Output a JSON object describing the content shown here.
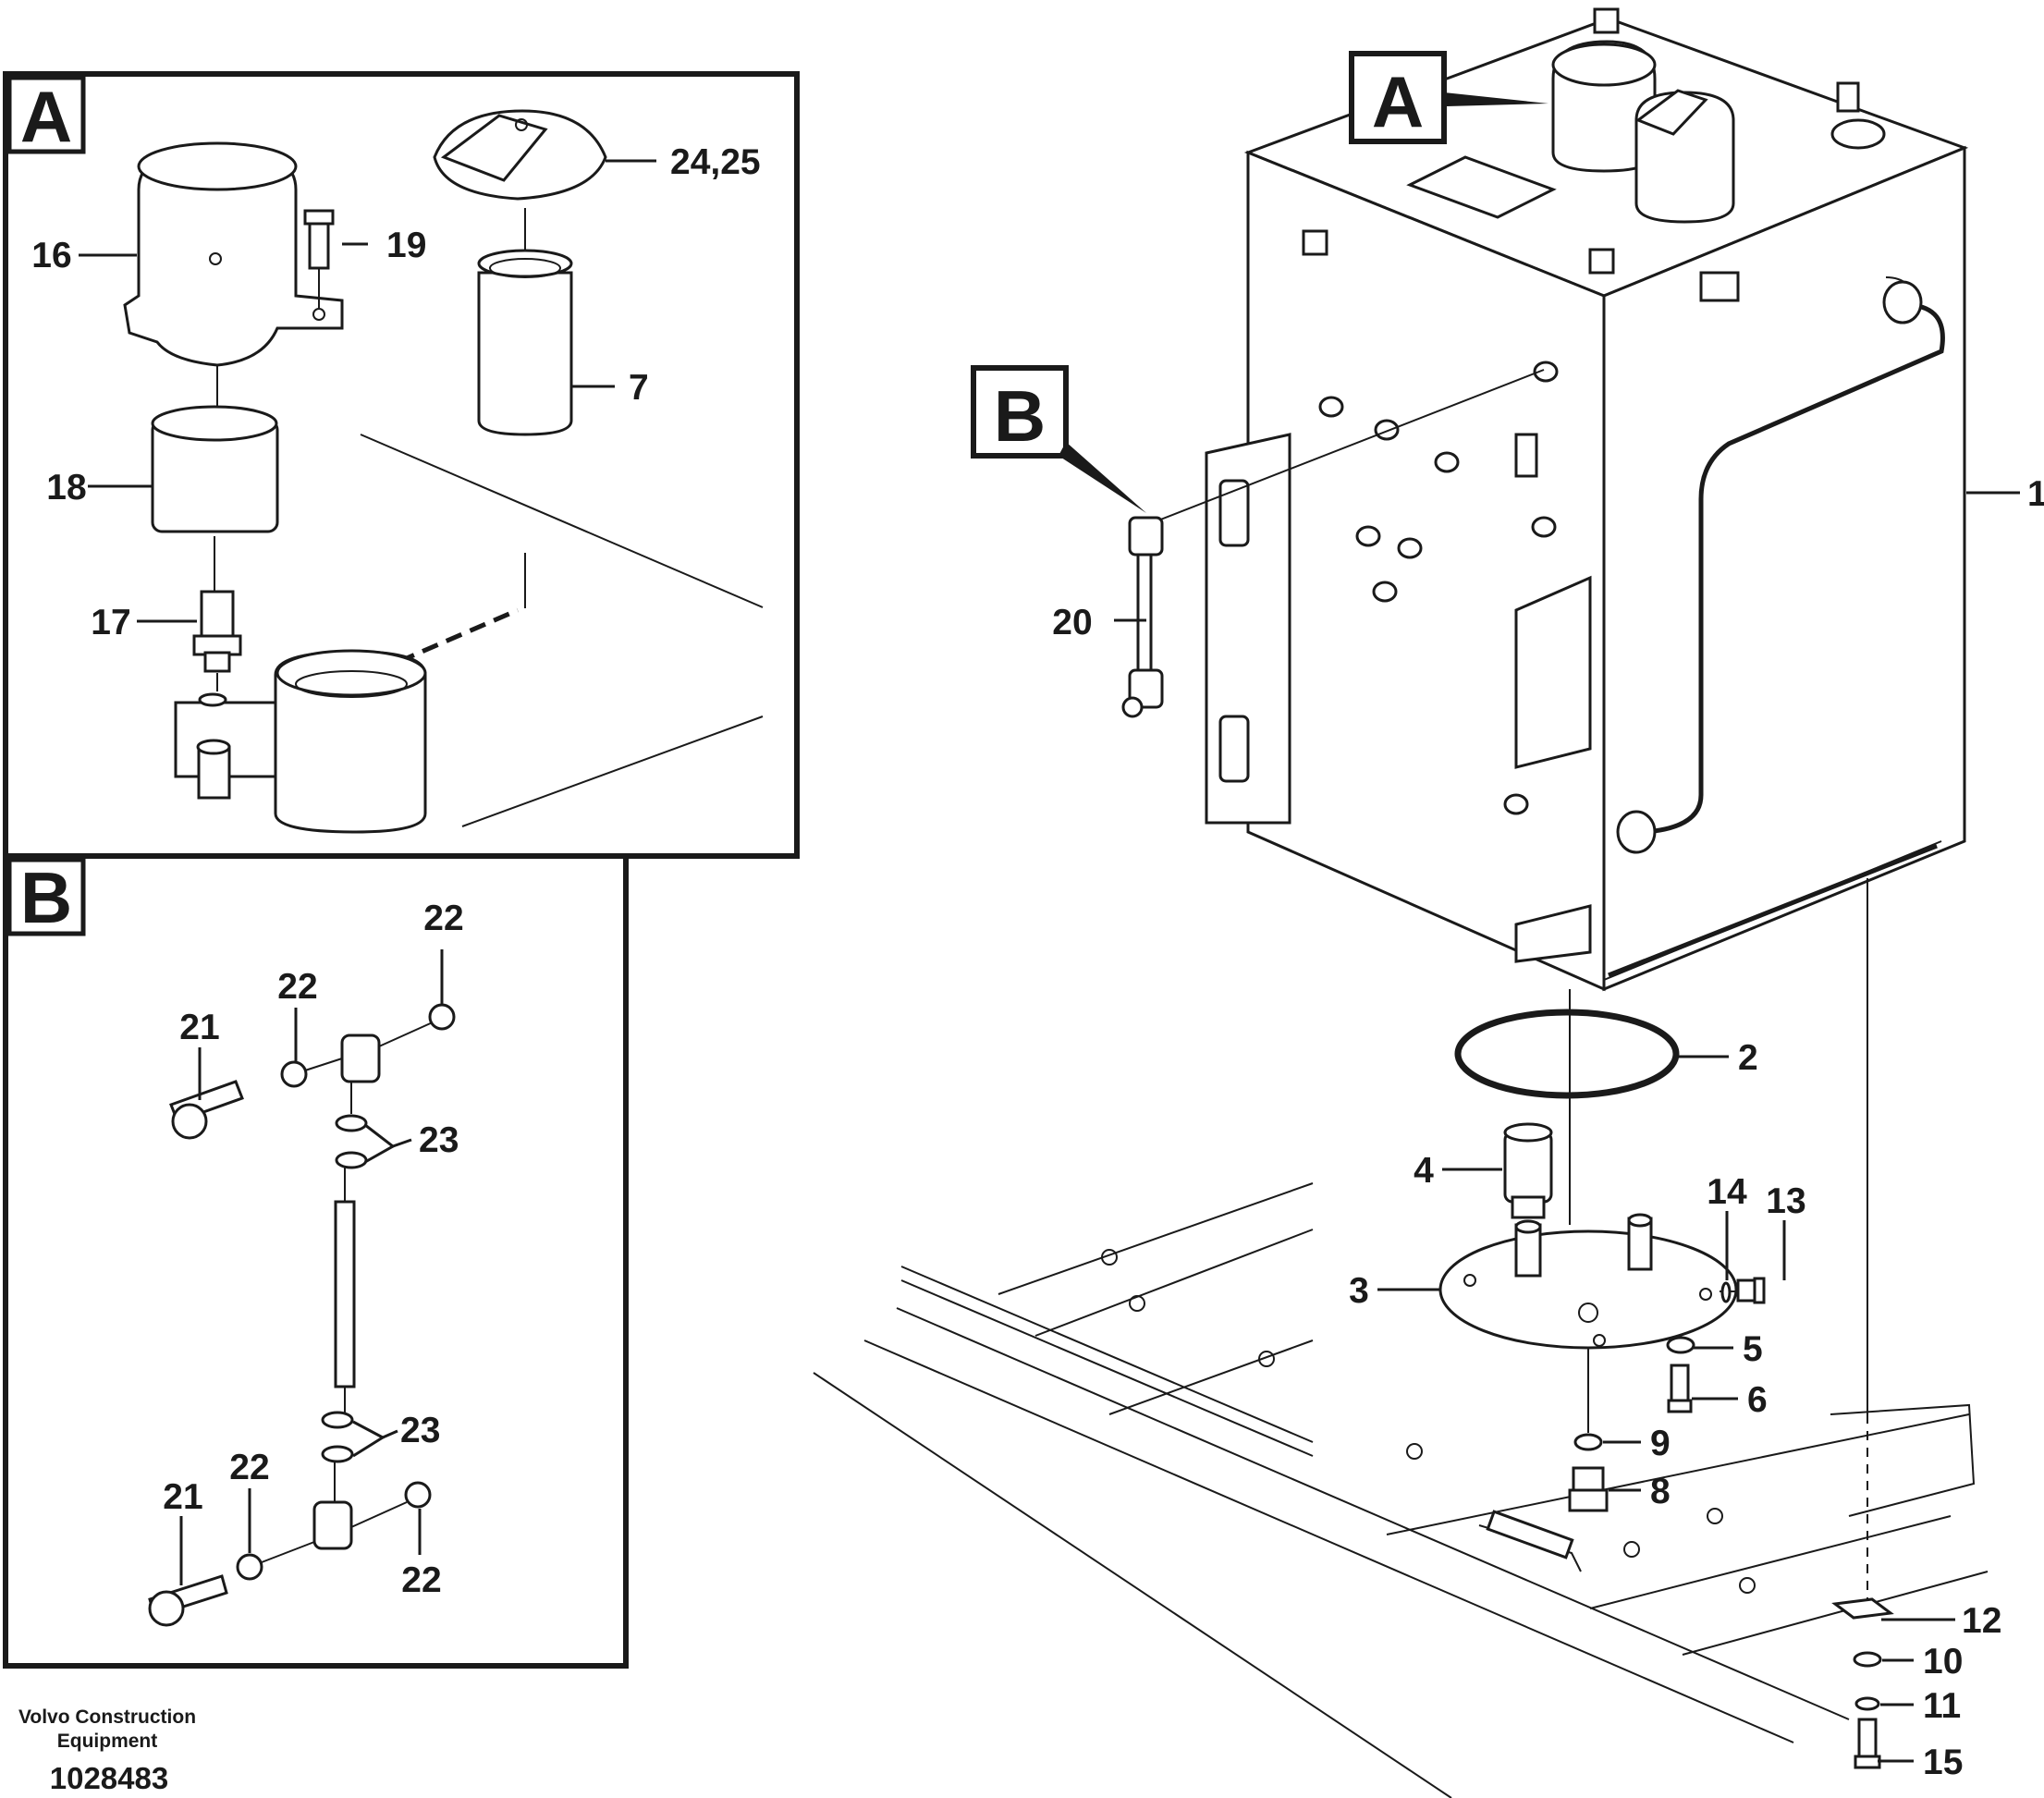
{
  "panels": {
    "a_label": "A",
    "b_label": "B"
  },
  "main_callouts": {
    "a_label": "A",
    "b_label": "B"
  },
  "labels": {
    "p16": "16",
    "p19": "19",
    "p18": "18",
    "p17": "17",
    "p7": "7",
    "p24_25": "24,25",
    "b21_top": "21",
    "b22_top_a": "22",
    "b22_top_b": "22",
    "b23_top": "23",
    "b23_bottom": "23",
    "b21_bottom": "21",
    "b22_bottom_a": "22",
    "b22_bottom_b": "22",
    "p1": "1",
    "p20": "20",
    "p2": "2",
    "p4": "4",
    "p3": "3",
    "p14": "14",
    "p13": "13",
    "p5": "5",
    "p6": "6",
    "p9": "9",
    "p8": "8",
    "p12": "12",
    "p10": "10",
    "p11": "11",
    "p15": "15"
  },
  "footer": {
    "company_line1": "Volvo Construction",
    "company_line2": "Equipment",
    "drawing_number": "1028483"
  }
}
